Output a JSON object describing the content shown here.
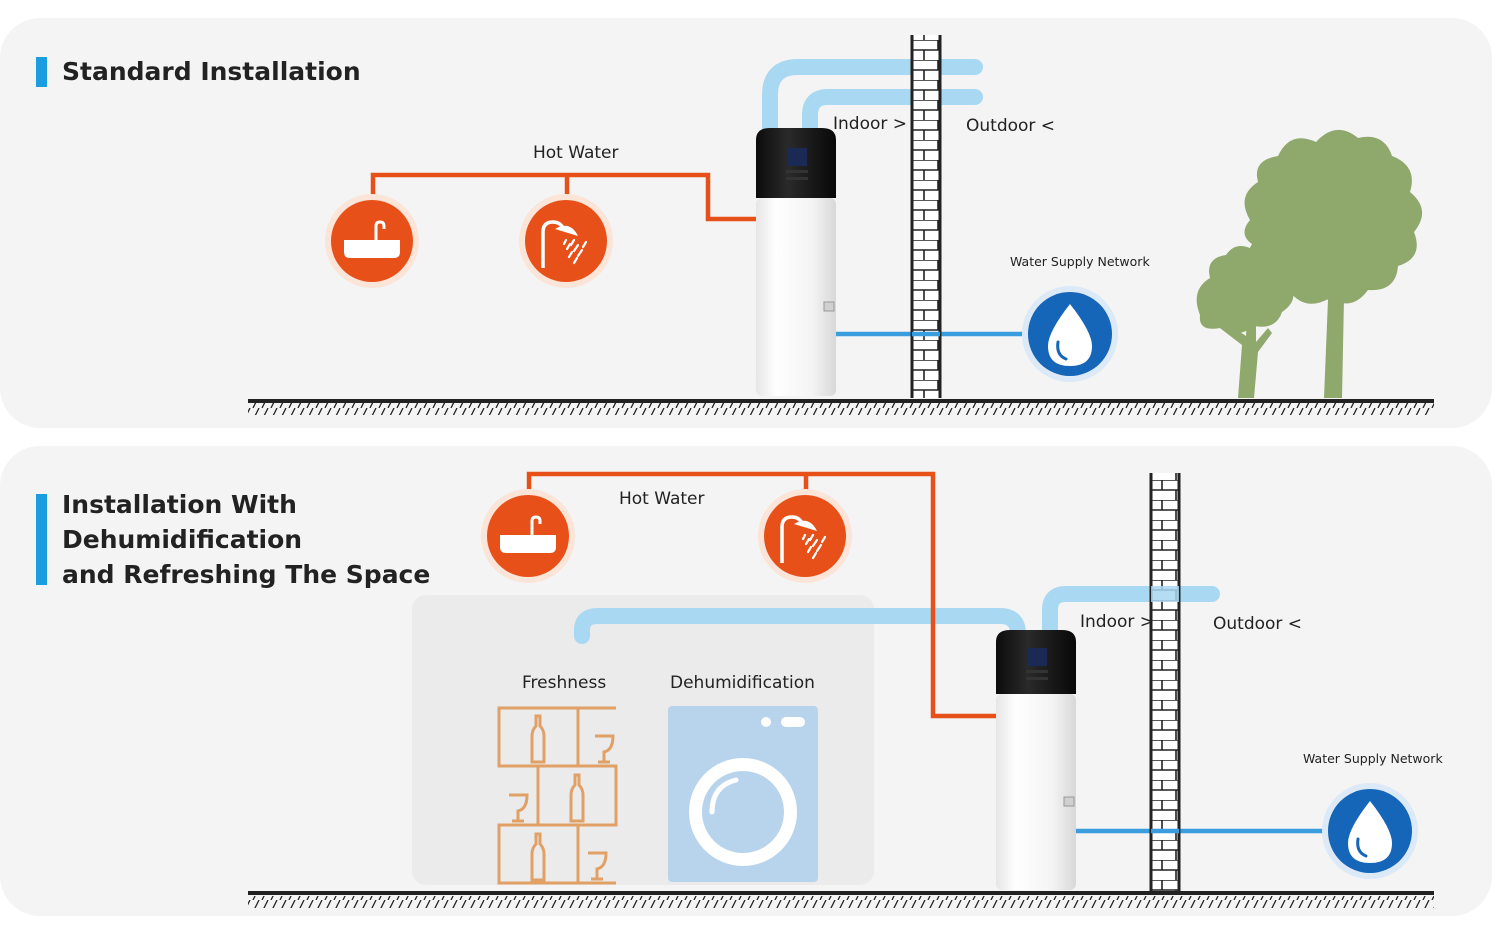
{
  "standard": {
    "title": "Standard Installation",
    "hot_water_label": "Hot Water",
    "indoor_label": "Indoor >",
    "outdoor_label": "Outdoor <",
    "water_supply_label": "Water Supply Network"
  },
  "dehumidification": {
    "title_lines": [
      "Installation With",
      "Dehumidification",
      "and Refreshing The Space"
    ],
    "hot_water_label": "Hot Water",
    "indoor_label": "Indoor >",
    "outdoor_label": "Outdoor <",
    "water_supply_label": "Water Supply Network",
    "freshness_label": "Freshness",
    "dehumidification_label": "Dehumidification"
  },
  "colors": {
    "accent_blue": "#1a9ee0",
    "hot_pipe": "#e8501a",
    "cold_pipe": "#3a9ede",
    "duct": "#a8d8f2",
    "drop_circle": "#1565b8",
    "tree": "#8fa86c",
    "shelf": "#e0a066",
    "washer": "#b8d4ec"
  },
  "icons": [
    "sink-icon",
    "shower-icon",
    "water-drop-icon",
    "tree-icon",
    "wine-shelf-icon",
    "washing-machine-icon",
    "brick-wall-icon",
    "heat-pump-icon"
  ]
}
